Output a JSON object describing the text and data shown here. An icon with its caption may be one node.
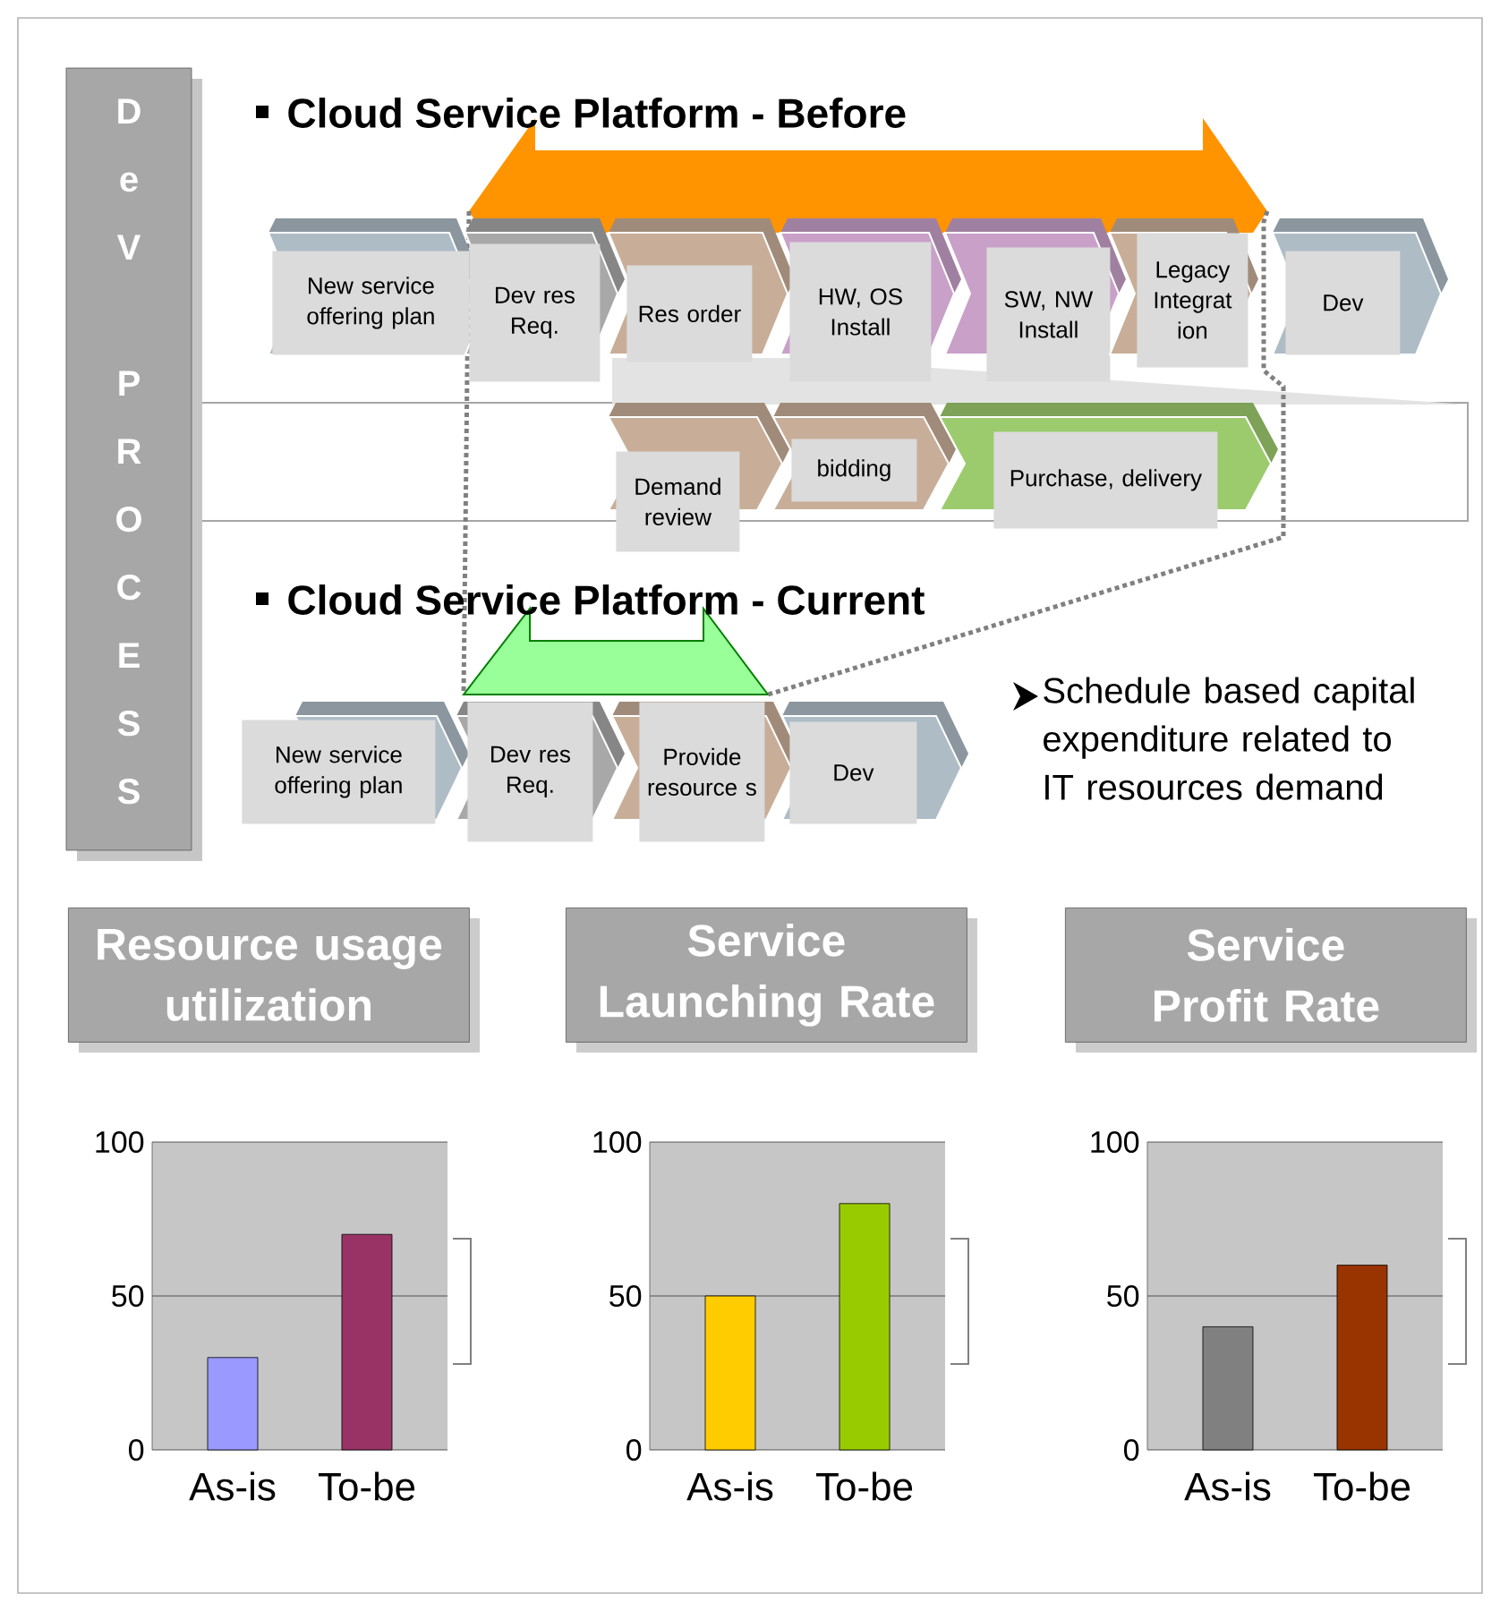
{
  "diagram": {
    "nodes": [
      {
        "text": [
          "DeV PROCESS"
        ]
      },
      {
        "text": [
          "New service offering plan"
        ]
      },
      {
        "text": [
          "Dev res Req."
        ]
      },
      {
        "text": [
          "Res order"
        ]
      },
      {
        "text": [
          "HW, OS Install"
        ]
      },
      {
        "text": [
          "SW, NW Install"
        ]
      },
      {
        "text": [
          "Legacy Integrat ion"
        ]
      },
      {
        "text": [
          "Dev"
        ]
      },
      {
        "text": [
          "Demand review"
        ]
      },
      {
        "text": [
          "bidding"
        ]
      },
      {
        "text": [
          "Purchase, delivery"
        ]
      },
      {
        "text": [
          "New service offering plan"
        ]
      },
      {
        "text": [
          "Dev res Req."
        ]
      },
      {
        "text": [
          "Provide resource s"
        ]
      },
      {
        "text": [
          "Dev"
        ]
      },
      {
        "text": [
          "Resource usage utilization"
        ]
      },
      {
        "text": [
          "Service Launching Rate"
        ]
      },
      {
        "text": [
          "Service Profit Rate"
        ]
      },
      {
        "text": [],
        "shape": "arrow"
      },
      {
        "text": [],
        "shape": "arrow"
      }
    ],
    "edges": [
      {
        "from": 18,
        "to": 19,
        "arrow": "none",
        "style": "dashed"
      },
      {
        "from": 18,
        "to": 19,
        "arrow": "none",
        "style": "dashed"
      }
    ],
    "labels": [
      "Cloud Service Platform - Before",
      "Cloud Service Platform - Current",
      "Schedule based capital expenditure related to IT resources demand"
    ],
    "chart_data": [
      {
        "type": "bar",
        "categories": [
          "As-is",
          "To-be"
        ],
        "values": [
          30,
          70
        ],
        "colors": [
          "#9999ff",
          "#993366"
        ],
        "ylim": [
          0,
          100
        ],
        "yticks": [
          0,
          50,
          100
        ]
      },
      {
        "type": "bar",
        "categories": [
          "As-is",
          "To-be"
        ],
        "values": [
          50,
          80
        ],
        "colors": [
          "#ffcc00",
          "#99cc00"
        ],
        "ylim": [
          0,
          100
        ],
        "yticks": [
          0,
          50,
          100
        ]
      },
      {
        "type": "bar",
        "categories": [
          "As-is",
          "To-be"
        ],
        "values": [
          40,
          60
        ],
        "colors": [
          "#808080",
          "#993300"
        ],
        "ylim": [
          0,
          100
        ],
        "yticks": [
          0,
          50,
          100
        ]
      }
    ]
  }
}
